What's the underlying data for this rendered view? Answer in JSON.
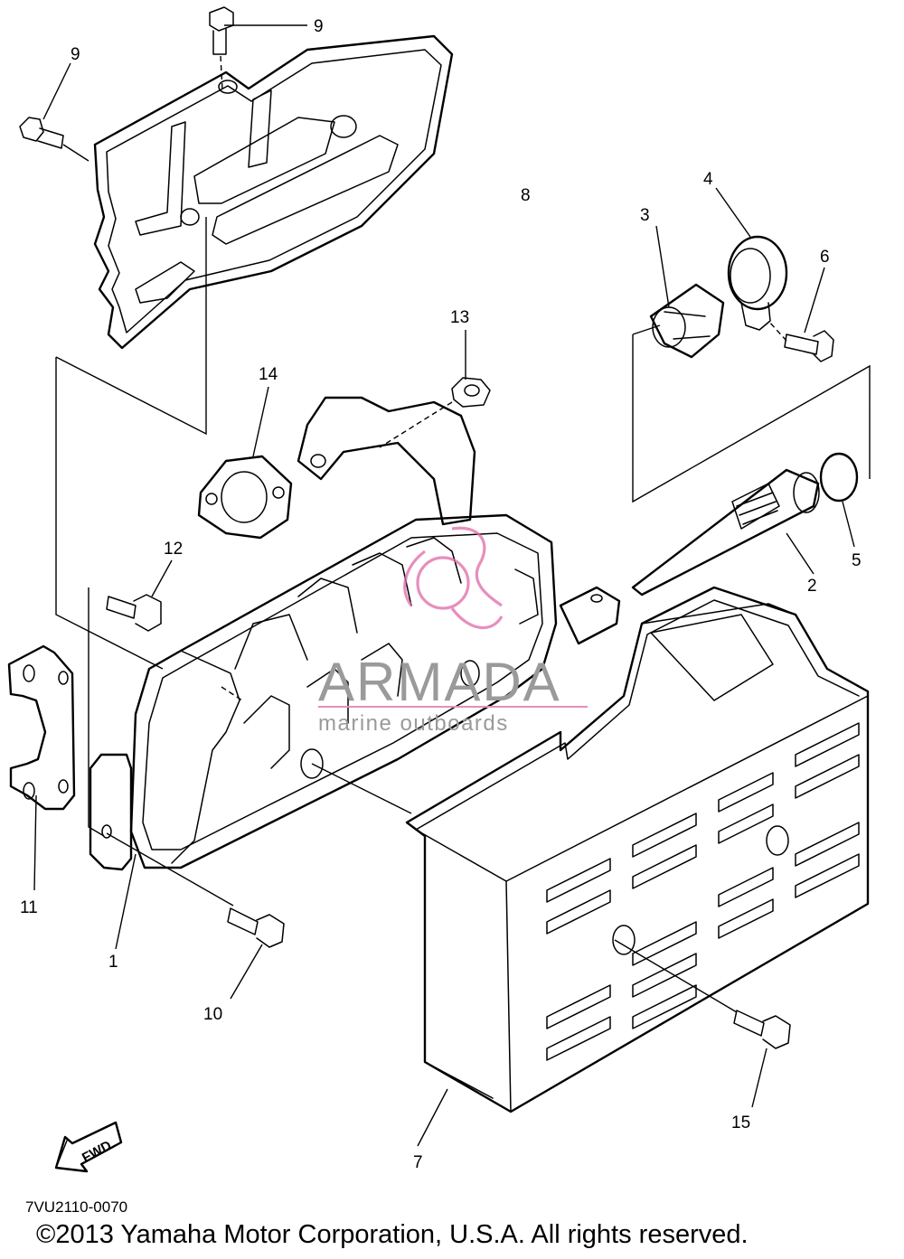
{
  "callouts": [
    {
      "id": "1",
      "label": "1"
    },
    {
      "id": "2",
      "label": "2"
    },
    {
      "id": "3",
      "label": "3"
    },
    {
      "id": "4",
      "label": "4"
    },
    {
      "id": "5",
      "label": "5"
    },
    {
      "id": "6",
      "label": "6"
    },
    {
      "id": "7",
      "label": "7"
    },
    {
      "id": "8",
      "label": "8"
    },
    {
      "id": "9a",
      "label": "9"
    },
    {
      "id": "9b",
      "label": "9"
    },
    {
      "id": "10",
      "label": "10"
    },
    {
      "id": "11",
      "label": "11"
    },
    {
      "id": "12",
      "label": "12"
    },
    {
      "id": "13",
      "label": "13"
    },
    {
      "id": "14",
      "label": "14"
    },
    {
      "id": "15",
      "label": "15"
    }
  ],
  "watermark": {
    "brand": "ARMADA",
    "tagline": "marine outboards",
    "accent_color": "#e06aa6"
  },
  "direction_arrow": {
    "label": "FWD"
  },
  "reference_code": "7VU2110-0070",
  "copyright": "©2013 Yamaha Motor Corporation, U.S.A. All rights reserved."
}
